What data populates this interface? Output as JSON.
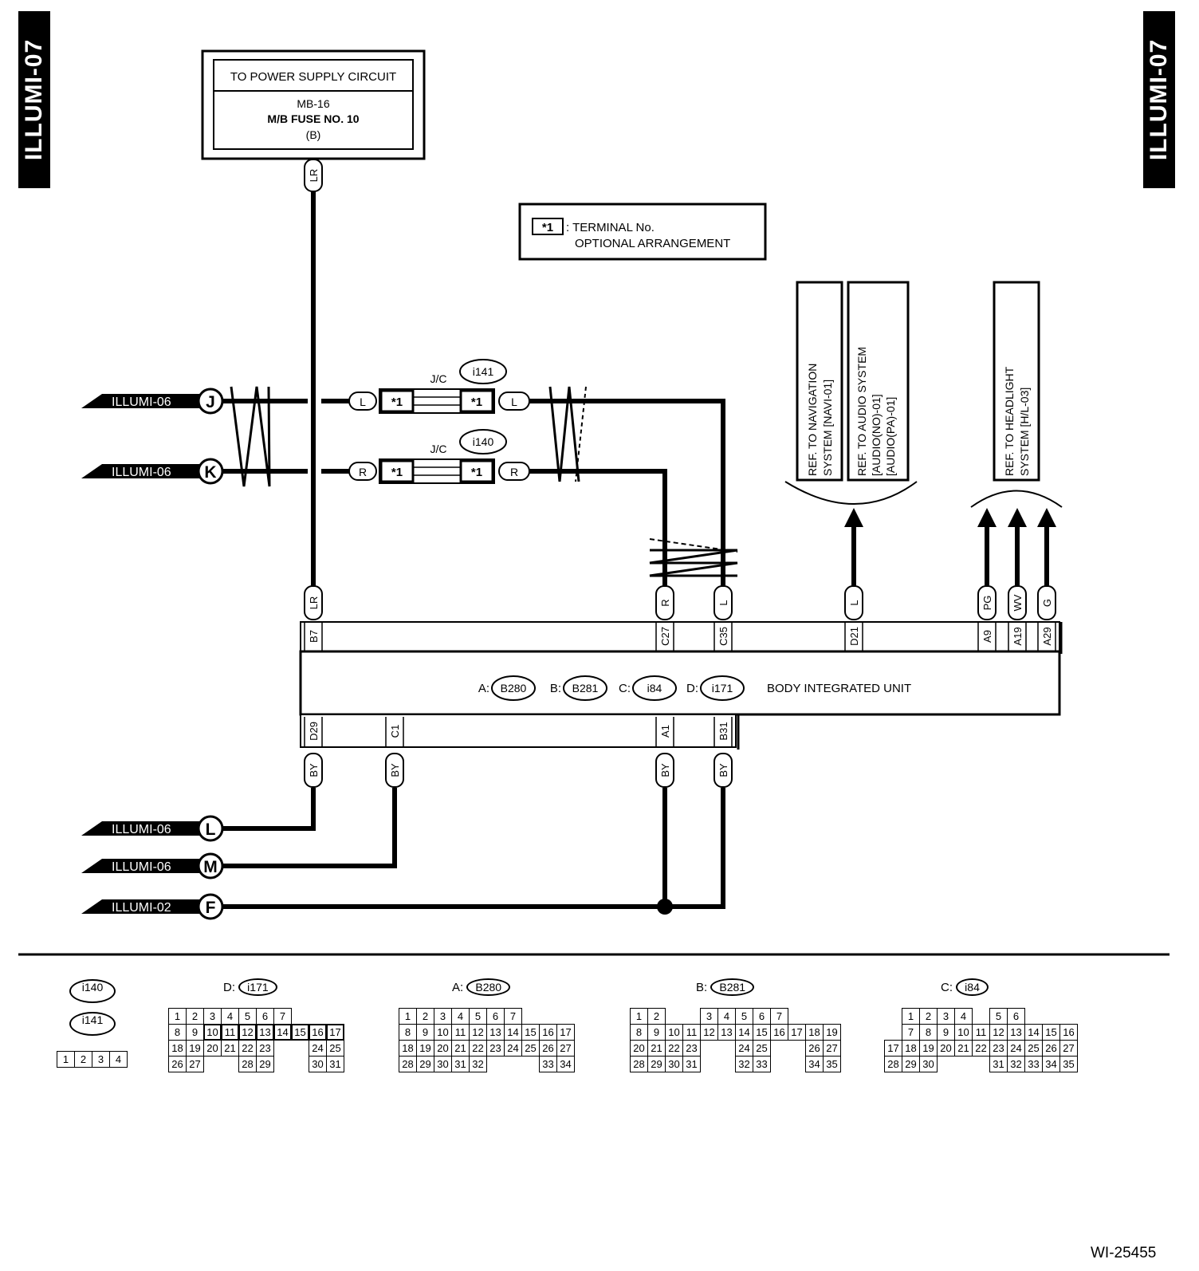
{
  "page_tag": "ILLUMI-07",
  "power_box": {
    "title": "TO POWER SUPPLY CIRCUIT",
    "lines": [
      "MB-16",
      "M/B FUSE NO. 10",
      "(B)"
    ]
  },
  "note": {
    "symbol": "*1",
    "line1": ": TERMINAL No.",
    "line2": "OPTIONAL ARRANGEMENT"
  },
  "ref_boxes": {
    "navi": [
      "REF. TO NAVIGATION",
      "SYSTEM [NAVI-01]"
    ],
    "audio": [
      "REF. TO AUDIO SYSTEM",
      "[AUDIO(NO)-01]",
      "[AUDIO(PA)-01]"
    ],
    "headlight": [
      "REF. TO HEADLIGHT",
      "SYSTEM [H/L-03]"
    ]
  },
  "junction": {
    "label": "J/C",
    "connectors": [
      "i141",
      "i140"
    ],
    "terminal_mark": "*1"
  },
  "offpage": {
    "J": {
      "ref": "ILLUMI-06",
      "letter": "J"
    },
    "K": {
      "ref": "ILLUMI-06",
      "letter": "K"
    },
    "L": {
      "ref": "ILLUMI-06",
      "letter": "L"
    },
    "M": {
      "ref": "ILLUMI-06",
      "letter": "M"
    },
    "F": {
      "ref": "ILLUMI-02",
      "letter": "F"
    }
  },
  "unit": {
    "name": "BODY INTEGRATED UNIT",
    "connectors": [
      {
        "prefix": "A:",
        "id": "B280"
      },
      {
        "prefix": "B:",
        "id": "B281"
      },
      {
        "prefix": "C:",
        "id": "i84"
      },
      {
        "prefix": "D:",
        "id": "i171"
      }
    ],
    "top_pins": [
      {
        "pin": "B7",
        "wire": "LR"
      },
      {
        "pin": "C27",
        "wire": "R"
      },
      {
        "pin": "C35",
        "wire": "L"
      },
      {
        "pin": "D21",
        "wire": "L"
      },
      {
        "pin": "A9",
        "wire": "PG"
      },
      {
        "pin": "A19",
        "wire": "WV"
      },
      {
        "pin": "A29",
        "wire": "G"
      }
    ],
    "bottom_pins": [
      {
        "pin": "D29",
        "wire": "BY"
      },
      {
        "pin": "C1",
        "wire": "BY"
      },
      {
        "pin": "A1",
        "wire": "BY"
      },
      {
        "pin": "B31",
        "wire": "BY"
      }
    ]
  },
  "wire_colors": {
    "jc_top": "L",
    "jc_bottom": "R",
    "power": "LR"
  },
  "connector_views": {
    "i140": {
      "id": "i140",
      "rows": [
        [
          "1",
          "2",
          "3",
          "4"
        ]
      ]
    },
    "i141": {
      "id": "i141"
    },
    "i171": {
      "prefix": "D:",
      "id": "i171",
      "rows": [
        [
          "1",
          "2",
          "3",
          "4",
          "5",
          "6",
          "7"
        ],
        [
          "8",
          "9",
          "10",
          "11",
          "12",
          "13",
          "14",
          "15",
          "16",
          "17"
        ],
        [
          "18",
          "19",
          "20",
          "21",
          "22",
          "23",
          "24",
          "25"
        ],
        [
          "26",
          "27",
          "28",
          "29",
          "30",
          "31"
        ]
      ]
    },
    "B280": {
      "prefix": "A:",
      "id": "B280",
      "rows": [
        [
          "1",
          "2",
          "3",
          "4",
          "5",
          "6",
          "7"
        ],
        [
          "8",
          "9",
          "10",
          "11",
          "12",
          "13",
          "14",
          "15",
          "16",
          "17"
        ],
        [
          "18",
          "19",
          "20",
          "21",
          "22",
          "23",
          "24",
          "25",
          "26",
          "27"
        ],
        [
          "28",
          "29",
          "30",
          "31",
          "32",
          "33",
          "34"
        ]
      ]
    },
    "B281": {
      "prefix": "B:",
      "id": "B281",
      "rows": [
        [
          "1",
          "2",
          "3",
          "4",
          "5",
          "6",
          "7"
        ],
        [
          "8",
          "9",
          "10",
          "11",
          "12",
          "13",
          "14",
          "15",
          "16",
          "17",
          "18",
          "19"
        ],
        [
          "20",
          "21",
          "22",
          "23",
          "24",
          "25",
          "26",
          "27"
        ],
        [
          "28",
          "29",
          "30",
          "31",
          "32",
          "33",
          "34",
          "35"
        ]
      ]
    },
    "i84": {
      "prefix": "C:",
      "id": "i84",
      "rows": [
        [
          "1",
          "2",
          "3",
          "4",
          "5",
          "6"
        ],
        [
          "7",
          "8",
          "9",
          "10",
          "11",
          "12",
          "13",
          "14",
          "15",
          "16"
        ],
        [
          "17",
          "18",
          "19",
          "20",
          "21",
          "22",
          "23",
          "24",
          "25",
          "26",
          "27"
        ],
        [
          "28",
          "29",
          "30",
          "31",
          "32",
          "33",
          "34",
          "35"
        ]
      ]
    }
  },
  "figure_id": "WI-25455"
}
